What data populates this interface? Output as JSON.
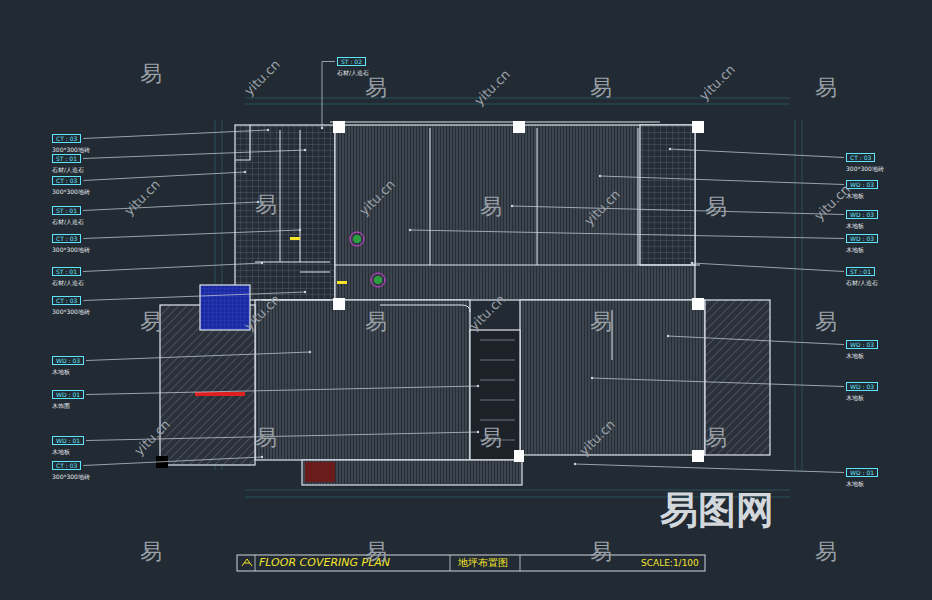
{
  "diagram": {
    "title": "FLOOR COVERING PLAN",
    "nodes": [
      {
        "text": [
          "ST : 02",
          "石材/人造石"
        ]
      },
      {
        "text": [
          "CT : 03",
          "300*300地砖"
        ]
      },
      {
        "text": [
          "ST : 01",
          "石材/人造石"
        ]
      },
      {
        "text": [
          "CT : 03",
          "300*300地砖"
        ]
      },
      {
        "text": [
          "ST : 01",
          "石材/人造石"
        ]
      },
      {
        "text": [
          "CT : 03",
          "300*300地砖"
        ]
      },
      {
        "text": [
          "ST : 01",
          "石材/人造石"
        ]
      },
      {
        "text": [
          "CT : 03",
          "300*300地砖"
        ]
      },
      {
        "text": [
          "WD : 03",
          "木地板"
        ]
      },
      {
        "text": [
          "WD : 01",
          "木饰面"
        ]
      },
      {
        "text": [
          "WD : 01",
          "木地板"
        ]
      },
      {
        "text": [
          "CT : 03",
          "300*300地砖"
        ]
      },
      {
        "text": [
          "CT : 03",
          "300*300地砖"
        ]
      },
      {
        "text": [
          "WD : 03",
          "木地板"
        ]
      },
      {
        "text": [
          "WD : 03",
          "木地板"
        ]
      },
      {
        "text": [
          "WD : 03",
          "木地板"
        ]
      },
      {
        "text": [
          "ST : 01",
          "石材/人造石"
        ]
      },
      {
        "text": [
          "WD : 03",
          "木地板"
        ]
      },
      {
        "text": [
          "WD : 03",
          "木地板"
        ]
      },
      {
        "text": [
          "WD : 01",
          "木地板"
        ]
      }
    ],
    "labels": [
      "地坪布置图",
      "SCALE:1/100",
      "易",
      "易",
      "易",
      "易",
      "易",
      "易",
      "易",
      "易",
      "易",
      "易",
      "易",
      "易",
      "易",
      "易",
      "易",
      "易",
      "易",
      "易",
      "yitu.cn",
      "yitu.cn",
      "yitu.cn",
      "yitu.cn",
      "yitu.cn",
      "yitu.cn",
      "yitu.cn",
      "yitu.cn",
      "yitu.cn",
      "yitu.cn",
      "yitu.cn",
      "易图网"
    ]
  }
}
